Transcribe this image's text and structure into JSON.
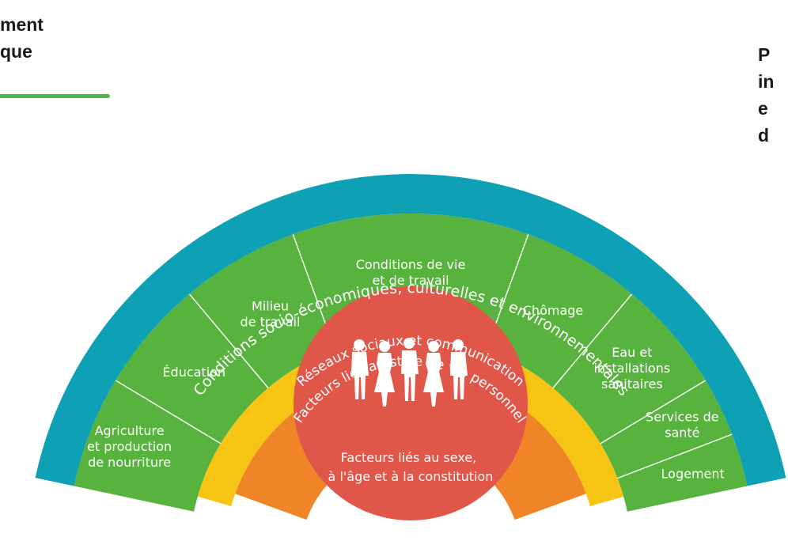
{
  "left_text": [
    "ment",
    "que"
  ],
  "right_text": [
    "P",
    "in",
    "e",
    "d"
  ],
  "outer_ring": {
    "label": "Conditions socio-économiques, culturelles et environnementales",
    "color": "#0ea1b5"
  },
  "segments": [
    {
      "lines": [
        "Agriculture",
        "et production",
        "de nourriture"
      ]
    },
    {
      "lines": [
        "Éducation"
      ]
    },
    {
      "lines": [
        "Milieu",
        "de travail"
      ]
    },
    {
      "lines": [
        "Conditions de vie",
        "et de travail"
      ]
    },
    {
      "lines": [
        "Chômage"
      ]
    },
    {
      "lines": [
        "Eau et",
        "installations",
        "sanitaires"
      ]
    },
    {
      "lines": [
        "Services de",
        "santé"
      ]
    },
    {
      "lines": [
        "Logement"
      ]
    }
  ],
  "segment_color": "#57b33e",
  "yellow_ring": {
    "label": "Réseaux sociaux et communication",
    "color": "#f6c413"
  },
  "orange_ring": {
    "label": "Facteurs liés au style de vie personnel",
    "color": "#ef8527"
  },
  "center": {
    "lines": [
      "Facteurs liés au sexe,",
      "à l'âge et à la constitution"
    ],
    "color": "#e0574a",
    "icon": "people-silhouettes-icon"
  }
}
